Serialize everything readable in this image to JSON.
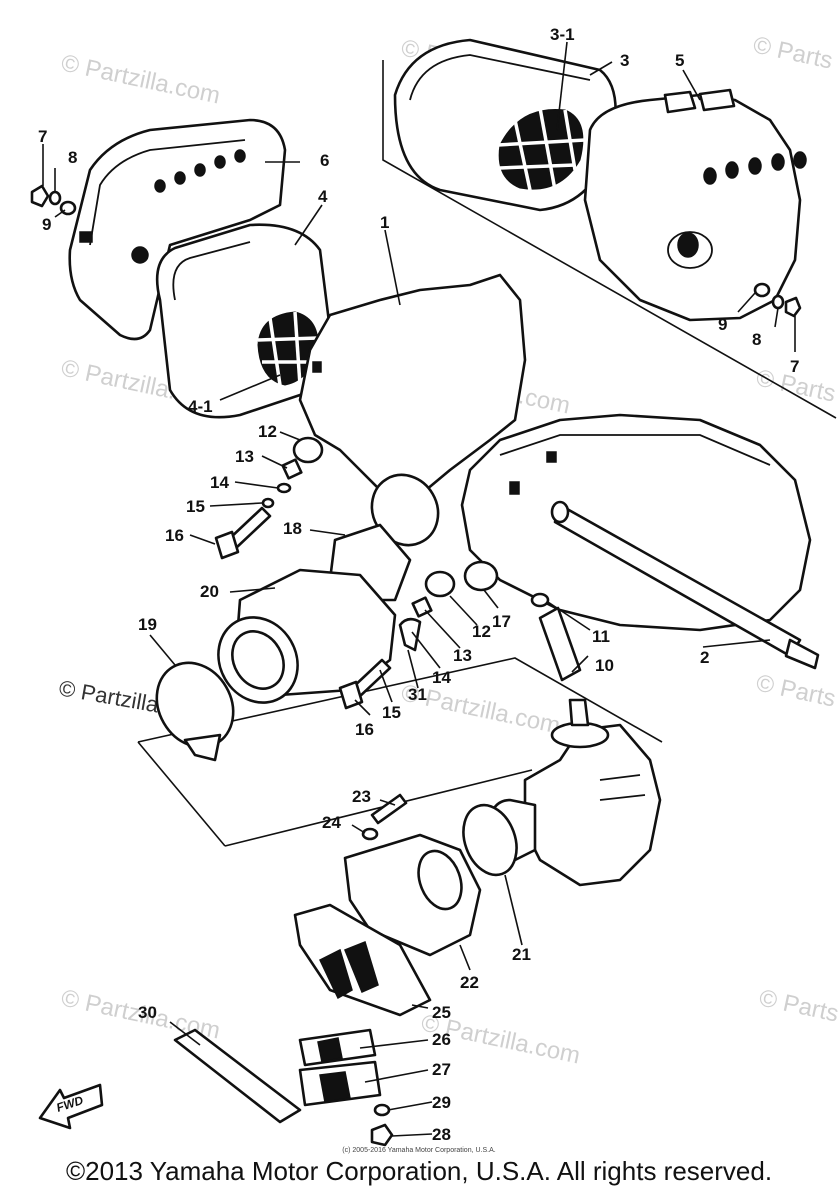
{
  "watermark_text": "© Partzilla.com",
  "watermark_partial_text": "© Parts",
  "watermark_dark_text": "© Partzilla.com",
  "fwd_label": "FWD",
  "callouts": {
    "c1": "1",
    "c2": "2",
    "c3": "3",
    "c3_1": "3-1",
    "c4": "4",
    "c4_1": "4-1",
    "c5": "5",
    "c6": "6",
    "c7a": "7",
    "c7b": "7",
    "c8a": "8",
    "c8b": "8",
    "c9a": "9",
    "c9b": "9",
    "c10": "10",
    "c11": "11",
    "c12a": "12",
    "c12b": "12",
    "c13a": "13",
    "c13b": "13",
    "c14a": "14",
    "c14b": "14",
    "c15a": "15",
    "c15b": "15",
    "c16a": "16",
    "c16b": "16",
    "c17": "17",
    "c18": "18",
    "c19": "19",
    "c20": "20",
    "c21": "21",
    "c22": "22",
    "c23": "23",
    "c24": "24",
    "c25": "25",
    "c26": "26",
    "c27": "27",
    "c28": "28",
    "c29": "29",
    "c30": "30",
    "c31": "31"
  },
  "tiny_copyright": "(c) 2005-2016 Yamaha Motor Corporation, U.S.A.",
  "copyright": "©2013 Yamaha Motor Corporation, U.S.A. All rights reserved."
}
